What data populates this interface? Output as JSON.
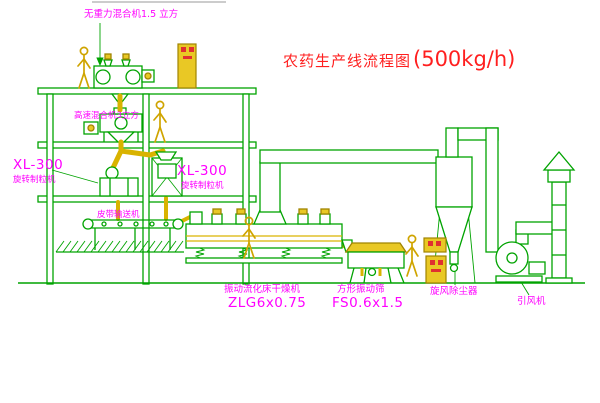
{
  "title": {
    "name": "农药生产线流程图",
    "capacity": "(500kg/h)"
  },
  "labels": {
    "mixer_top": "无重力混合机1.5 立方",
    "mixer_mid": "高速混合机3立方",
    "granulator_left_model": "XL-300",
    "granulator_left_name": "旋转制粒机",
    "granulator_right_model": "XL-300",
    "granulator_right_name": "旋转制粒机",
    "conveyor": "皮带输送机",
    "dryer_name": "振动流化床干燥机",
    "dryer_model": "ZLG6x0.75",
    "screen_name": "方形振动筛",
    "screen_model": "FS0.6x1.5",
    "cyclone": "旋风除尘器",
    "fan": "引风机"
  },
  "colors": {
    "structure_green": "#00a300",
    "pipe_yellow": "#d9b300",
    "equipment_yellow_fill": "#e9c825",
    "label_magenta": "#ff00ff",
    "title_red": "#ff1f1f",
    "mark_red": "#e03030"
  }
}
